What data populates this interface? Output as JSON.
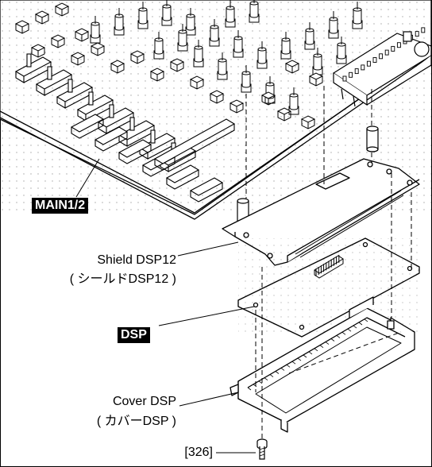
{
  "labels": {
    "main": "MAIN1/2",
    "shield_en": "Shield DSP12",
    "shield_jp": "( シールドDSP12 )",
    "dsp": "DSP",
    "cover_en": "Cover DSP",
    "cover_jp": "( カバーDSP )",
    "screw_ref": "[326]"
  },
  "colors": {
    "line": "#000000",
    "background": "#ffffff",
    "label_box": "#000000"
  }
}
